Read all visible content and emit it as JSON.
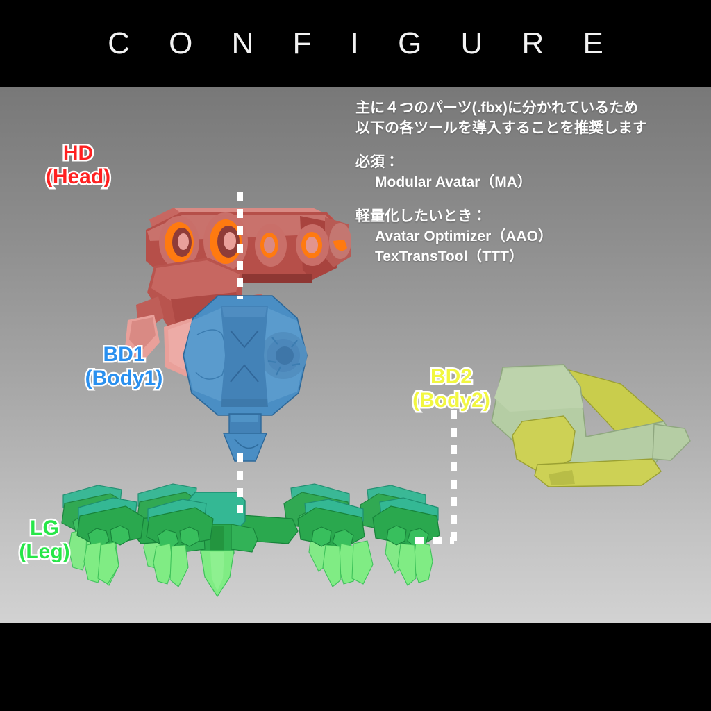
{
  "window": {
    "title": "CONFIGURE"
  },
  "header": {
    "title": "C O N F I G U R E"
  },
  "info_panel": {
    "intro_line1": "主に４つのパーツ(.fbx)に分かれているため",
    "intro_line2": "以下の各ツールを導入することを推奨します",
    "required_heading": "必須：",
    "required_items": [
      "Modular Avatar（MA）"
    ],
    "optional_heading": "軽量化したいとき：",
    "optional_items": [
      "Avatar Optimizer（AAO）",
      "TexTransTool（TTT）"
    ]
  },
  "parts": [
    {
      "id": "hd",
      "code": "HD",
      "name": "(Head)",
      "color": "#ff2020",
      "outline": "#ffffff",
      "model_name": "mech-head-model"
    },
    {
      "id": "bd1",
      "code": "BD1",
      "name": "(Body1)",
      "color": "#2a90ef",
      "outline": "#ffffff",
      "model_name": "mech-body1-sphere-model"
    },
    {
      "id": "bd2",
      "code": "BD2",
      "name": "(Body2)",
      "color": "#f2f741",
      "outline": "#ffffff",
      "model_name": "mech-body2-shell-model"
    },
    {
      "id": "lg",
      "code": "LG",
      "name": "(Leg)",
      "color": "#27e648",
      "outline": "#ffffff",
      "model_name": "mech-legs-model"
    }
  ],
  "connectors": [
    {
      "id": "head-to-body1",
      "style": "dashed",
      "color": "#ffffff",
      "orientation": "vertical"
    },
    {
      "id": "body1-to-leg",
      "style": "dashed",
      "color": "#ffffff",
      "orientation": "vertical"
    },
    {
      "id": "body2-elbow",
      "style": "dashed",
      "color": "#ffffff",
      "orientation": "elbow"
    }
  ],
  "theme": {
    "letterbox": "#000000",
    "viewport_top": "#787878",
    "viewport_bottom": "#d2d2d2",
    "title_color": "#f2f2f2"
  }
}
